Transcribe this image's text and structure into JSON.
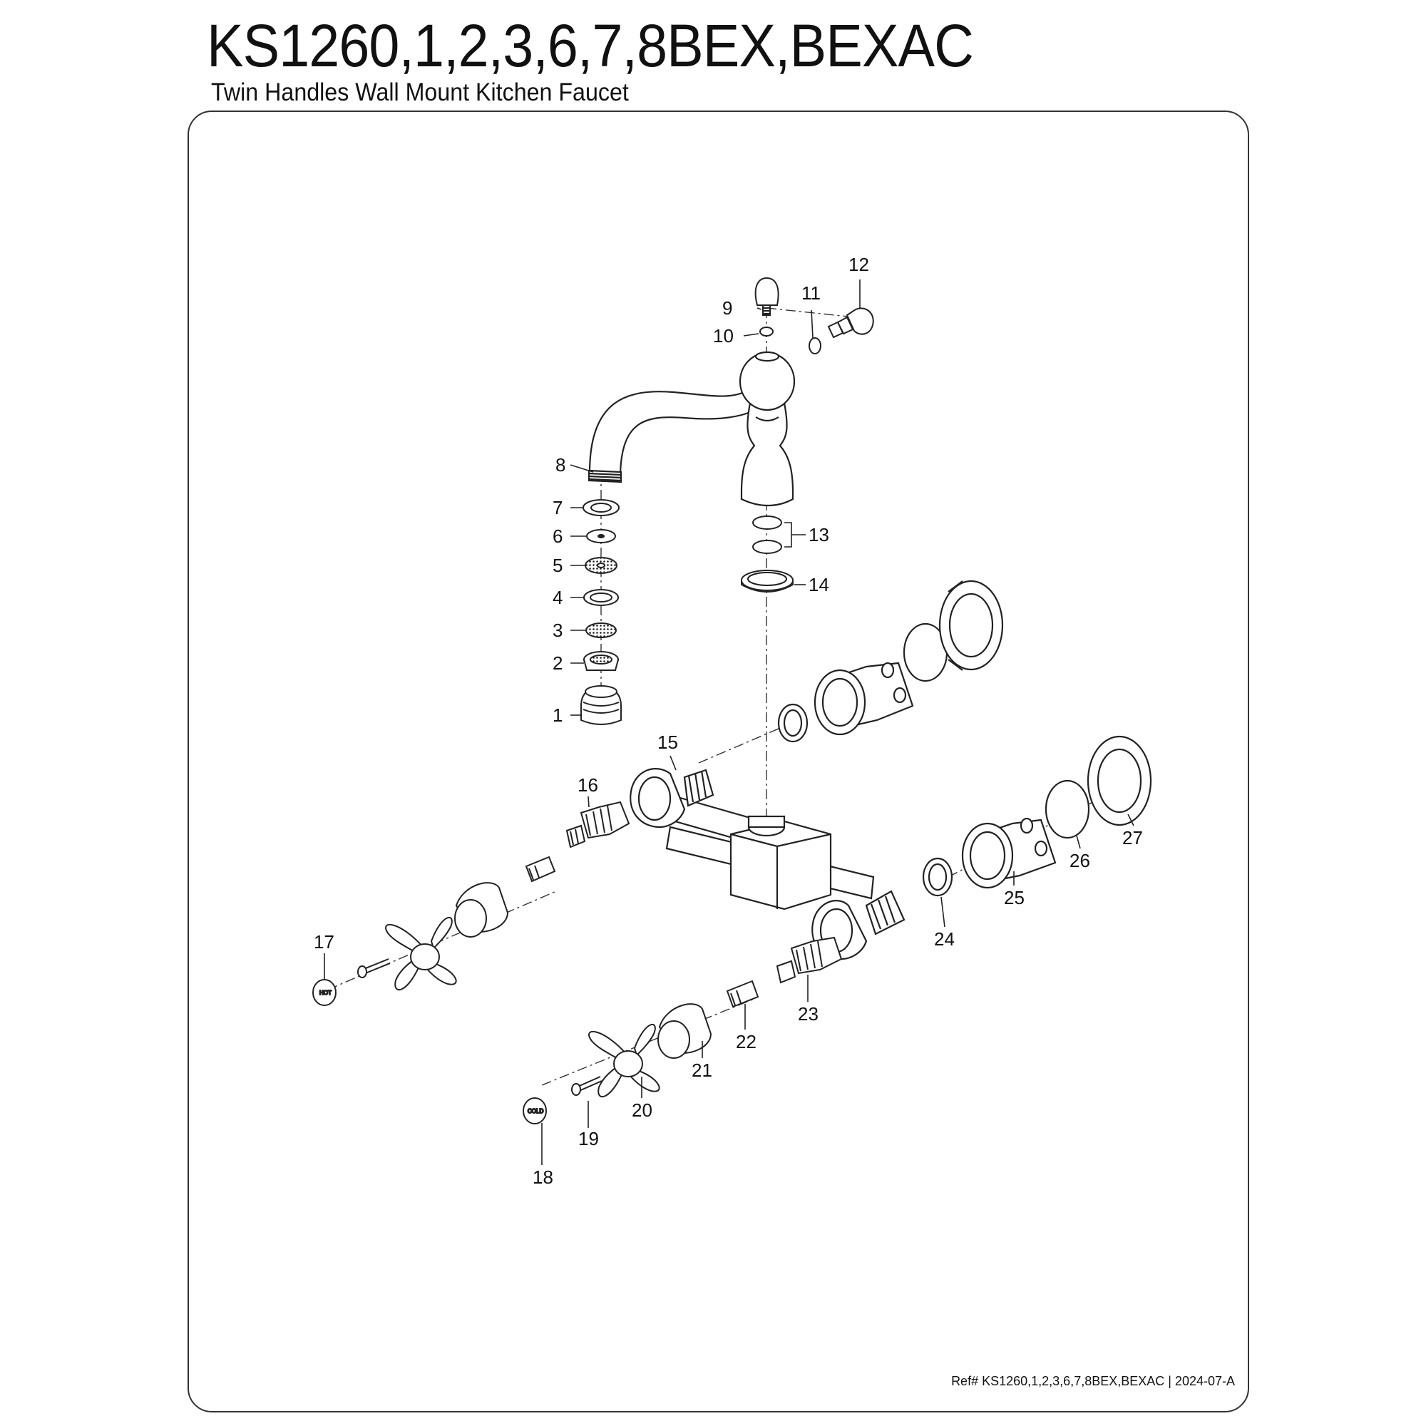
{
  "title": "KS1260,1,2,3,6,7,8BEX,BEXAC",
  "subtitle": "Twin Handles Wall Mount  Kitchen Faucet",
  "footer": "Ref# KS1260,1,2,3,6,7,8BEX,BEXAC | 2024-07-A",
  "callouts": [
    "1",
    "2",
    "3",
    "4",
    "5",
    "6",
    "7",
    "8",
    "9",
    "10",
    "11",
    "12",
    "13",
    "14",
    "15",
    "16",
    "17",
    "18",
    "19",
    "20",
    "21",
    "22",
    "23",
    "24",
    "25",
    "26",
    "27"
  ],
  "handle_caps": {
    "hot": "HOT",
    "cold": "COLD"
  }
}
